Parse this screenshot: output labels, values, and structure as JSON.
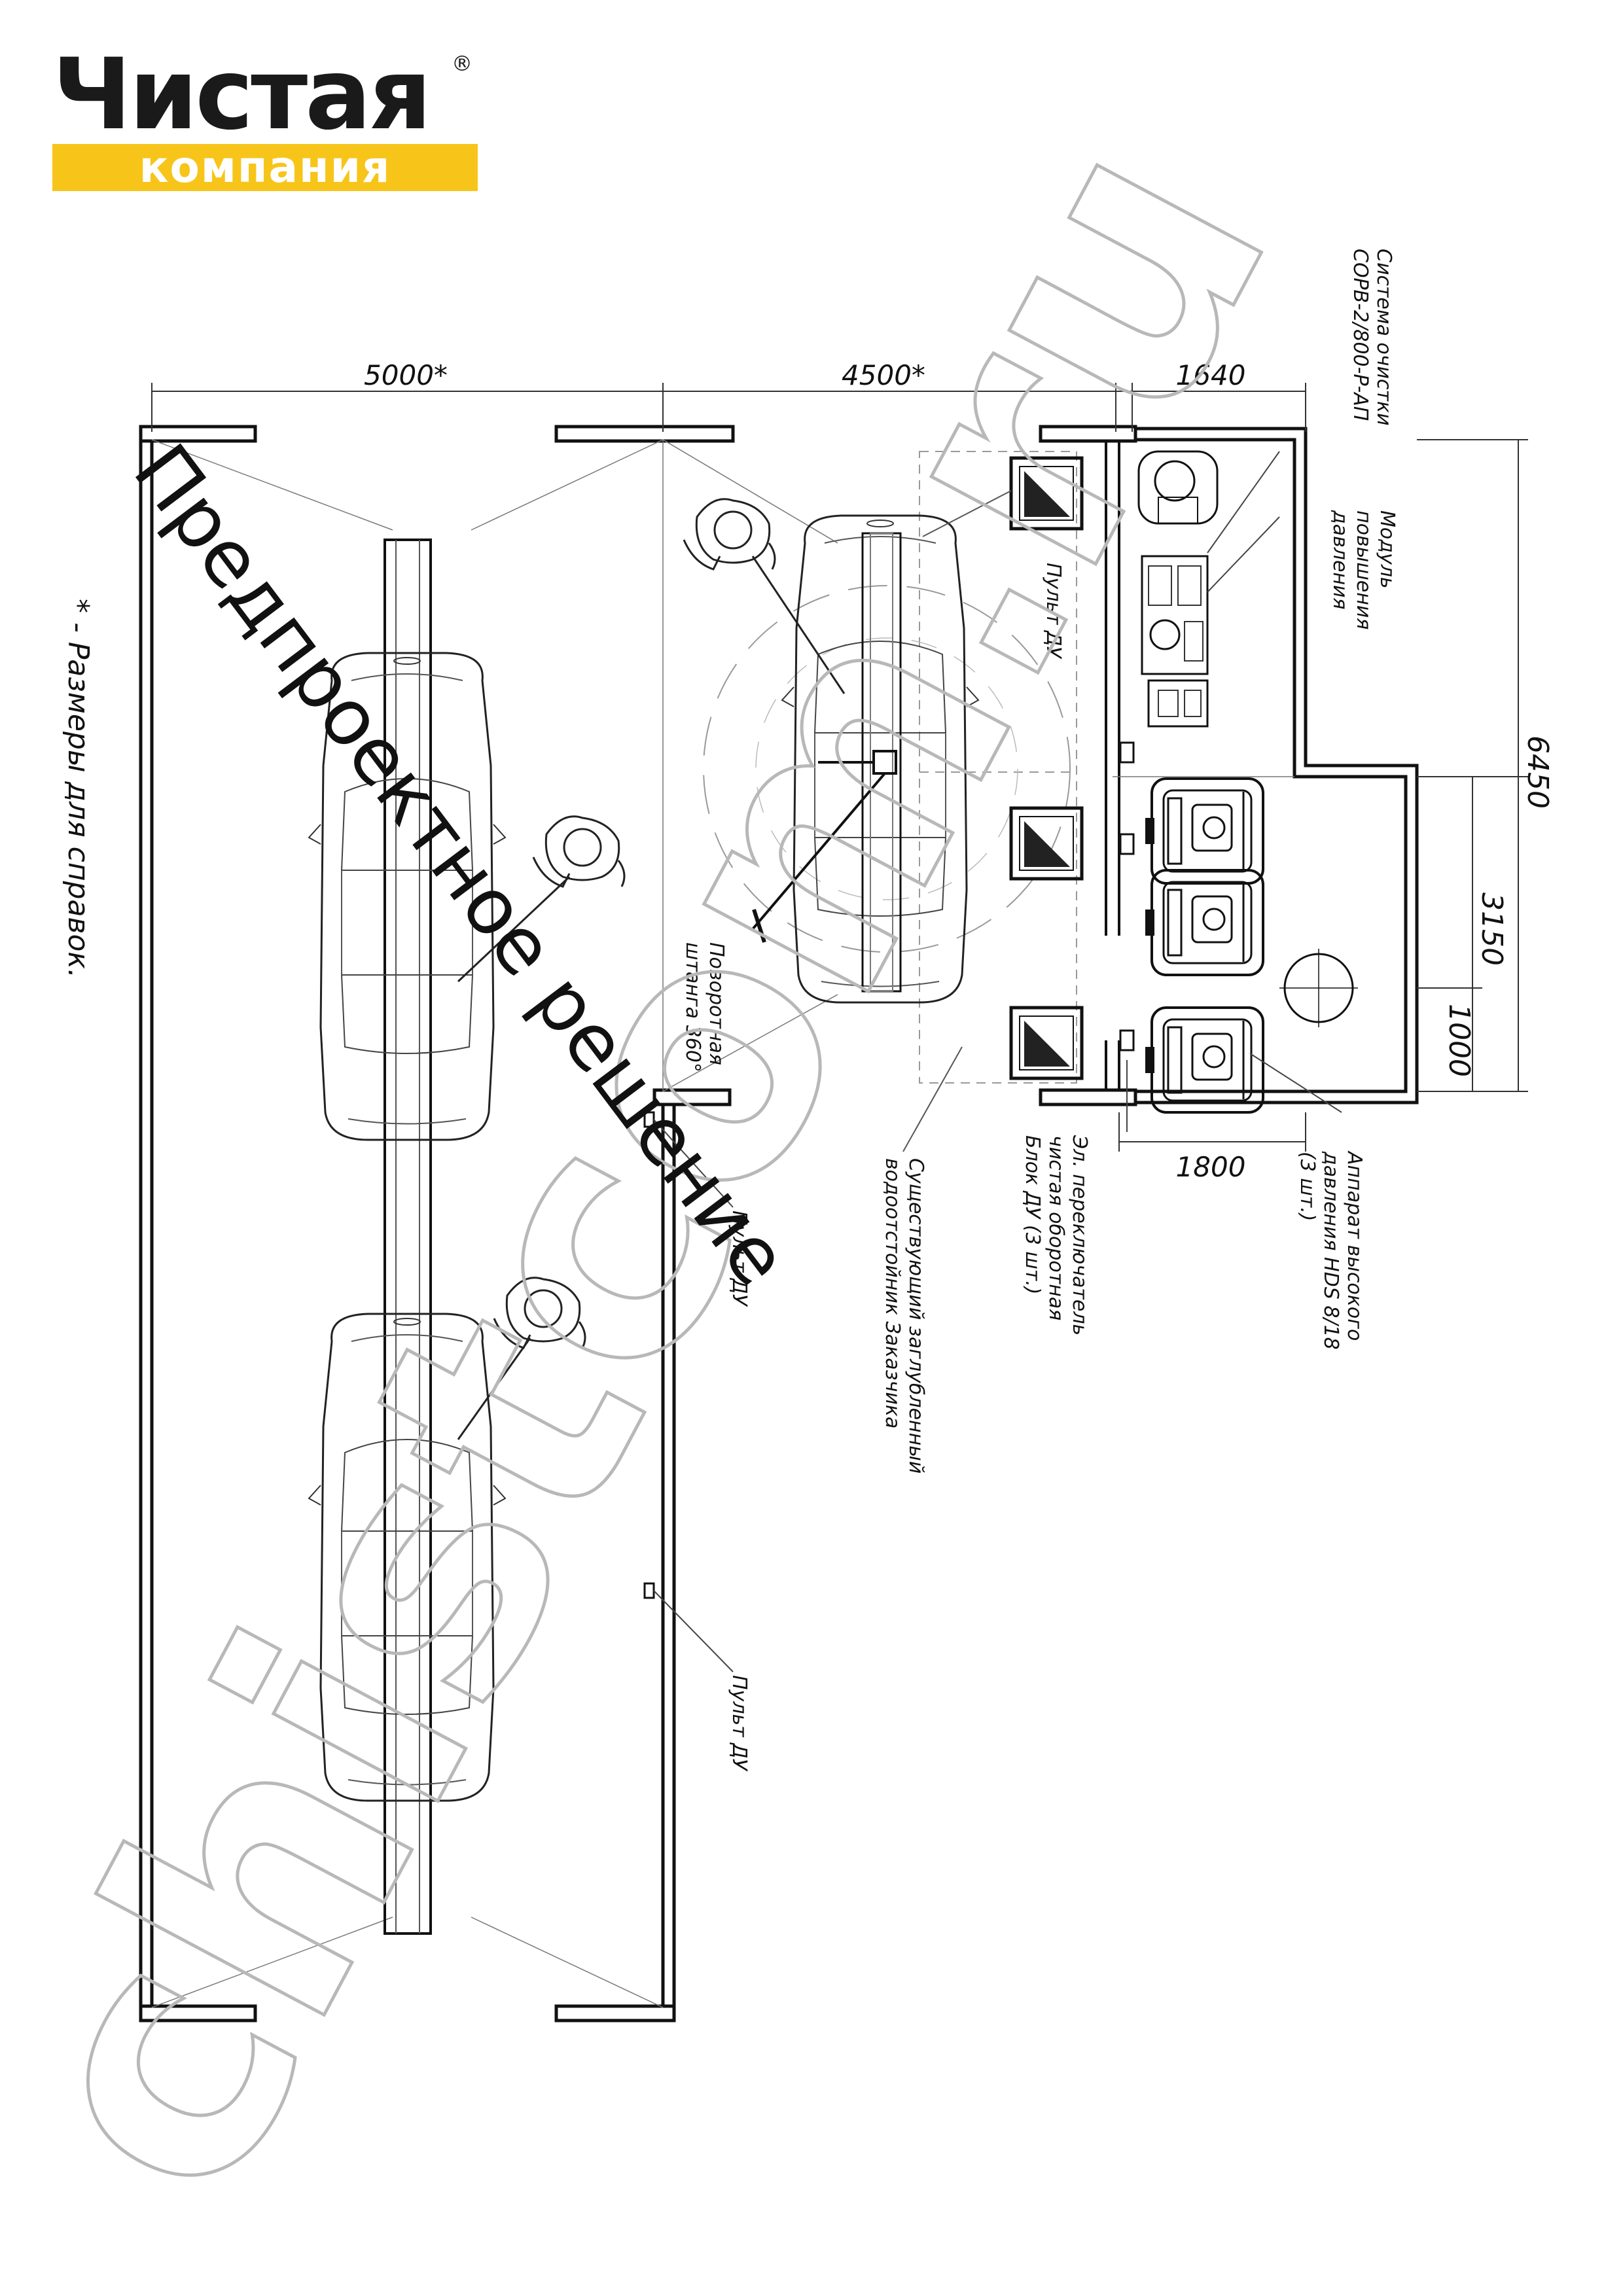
{
  "logo": {
    "top": "Чистая",
    "bottom": "компания",
    "reg": "®"
  },
  "watermark": {
    "main": "Предпроектное решение",
    "outline": "chistcom.ru"
  },
  "note": "* - Размеры для справок.",
  "dimensions": {
    "d5000": "5000*",
    "d4500": "4500*",
    "d1640": "1640",
    "d1800": "1800",
    "d6450": "6450",
    "d3150": "3150",
    "d1000": "1000"
  },
  "labels": {
    "system": [
      "Система очистки",
      "СОРВ-2/800-Р-АП"
    ],
    "module": [
      "Модуль",
      "повышения",
      "давления"
    ],
    "remote1": "Пульт ДУ",
    "remote2": "Пульт ДУ",
    "remote3": "Пульт ДУ",
    "boom": [
      "Поворотная",
      "штанга 360°"
    ],
    "separator": [
      "Существующий заглубленный",
      "водоотстойник Заказчика"
    ],
    "switch": [
      "Эл. переключатель",
      "чистая оборотная",
      "Блок ДУ (3 шт.)"
    ],
    "hds": [
      "Аппарат высокого",
      "давления HDS 8/18",
      "(3 шт.)"
    ]
  },
  "colors": {
    "logo_yellow": "#f7c51a",
    "ink": "#111111",
    "watermark_outline": "#b8b8b8"
  }
}
